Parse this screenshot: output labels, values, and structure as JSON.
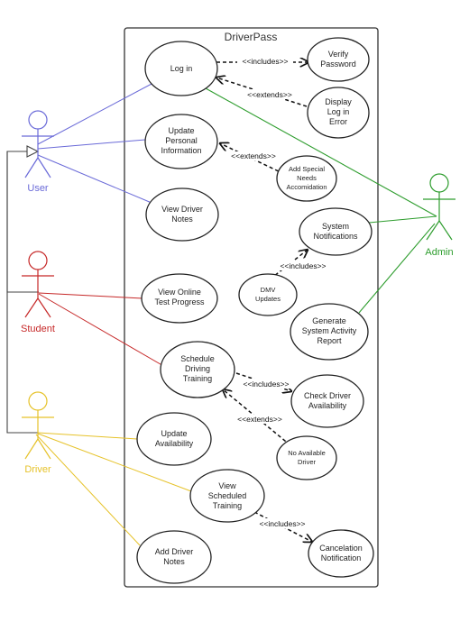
{
  "system": {
    "title": "DriverPass"
  },
  "actors": {
    "user": {
      "label": "User",
      "color": "#6a6ad8"
    },
    "student": {
      "label": "Student",
      "color": "#c62828"
    },
    "driver": {
      "label": "Driver",
      "color": "#e6c229"
    },
    "admin": {
      "label": "Admin",
      "color": "#2e9d2e"
    }
  },
  "use_cases": {
    "login": [
      "Log in"
    ],
    "verify_password": [
      "Verify",
      "Password"
    ],
    "display_error": [
      "Display",
      "Log  in",
      "Error"
    ],
    "update_personal": [
      "Update",
      "Personal",
      "Information"
    ],
    "special_needs": [
      "Add Special",
      "Needs",
      "Accomidation"
    ],
    "view_driver_notes": [
      "View Driver",
      "Notes"
    ],
    "system_notifications": [
      "System",
      "Notifications"
    ],
    "dmv_updates": [
      "DMV",
      "Updates"
    ],
    "view_test_progress": [
      "View Online",
      "Test Progress"
    ],
    "generate_report": [
      "Generate",
      "System Activity",
      "Report"
    ],
    "schedule_training": [
      "Schedule",
      "Driving",
      "Training"
    ],
    "check_availability": [
      "Check Driver",
      "Availability"
    ],
    "update_availability": [
      "Update",
      "Availability"
    ],
    "no_driver": [
      "No Available",
      "Driver"
    ],
    "view_scheduled": [
      "View",
      "Scheduled",
      "Training"
    ],
    "add_driver_notes": [
      "Add Driver",
      "Notes"
    ],
    "cancel_notification": [
      "Cancelation",
      "Notification"
    ]
  },
  "relations": {
    "login_verify": "<<includes>>",
    "login_error": "<<extends>>",
    "personal_special": "<<extends>>",
    "dmv_notifications": "<<includes>>",
    "schedule_check": "<<includes>>",
    "schedule_nodriver": "<<extends>>",
    "scheduled_cancel": "<<includes>>"
  }
}
